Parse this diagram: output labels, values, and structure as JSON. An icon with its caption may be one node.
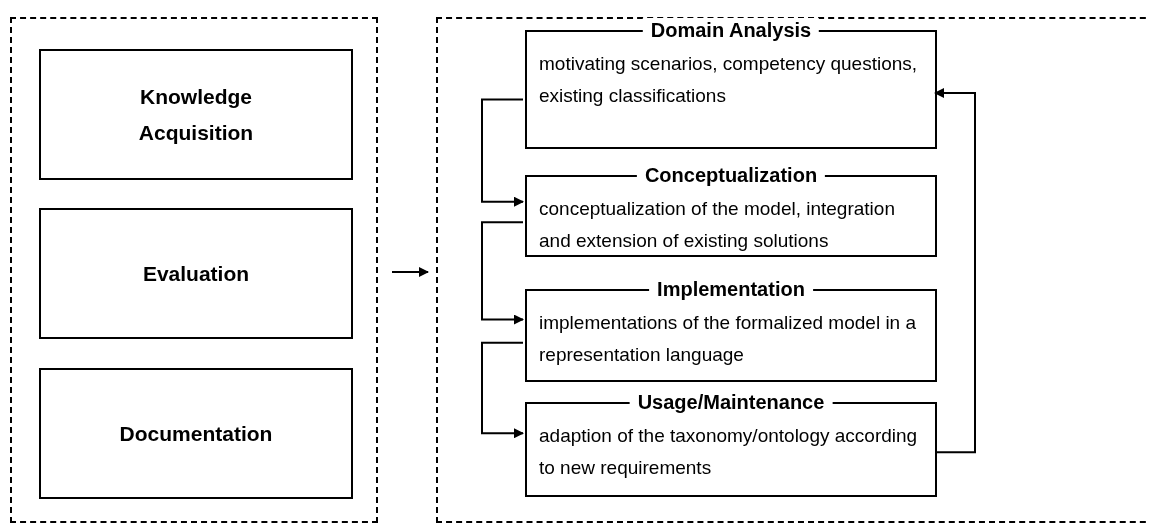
{
  "diagram": {
    "nodes": [
      {
        "text": [],
        "shape": "box"
      },
      {
        "text": [
          "Knowledge Acquisition"
        ],
        "in": 0
      },
      {
        "text": [
          "Evaluation"
        ],
        "in": 0
      },
      {
        "text": [
          "Documentation"
        ],
        "in": 0
      },
      {
        "text": [],
        "shape": "box"
      },
      {
        "text": [
          "Domain Analysis",
          "motivating scenarios, competency questions, existing classifications"
        ],
        "in": 4
      },
      {
        "text": [
          "Conceptualization",
          "conceptualization of the model, integration and extension of existing solutions"
        ],
        "in": 4
      },
      {
        "text": [
          "Implementation",
          "implementations of the formalized model in a representation language"
        ],
        "in": 4
      },
      {
        "text": [
          "Usage/Maintenance",
          "adaption of the taxonomy/ontology according to new requirements"
        ],
        "in": 4
      }
    ],
    "edges": [
      {
        "from": 0,
        "to": 4,
        "arrow": "to"
      },
      {
        "from": 5,
        "to": 6,
        "arrow": "to"
      },
      {
        "from": 6,
        "to": 7,
        "arrow": "to"
      },
      {
        "from": 7,
        "to": 8,
        "arrow": "to"
      },
      {
        "from": 8,
        "to": 5,
        "arrow": "to"
      }
    ]
  }
}
